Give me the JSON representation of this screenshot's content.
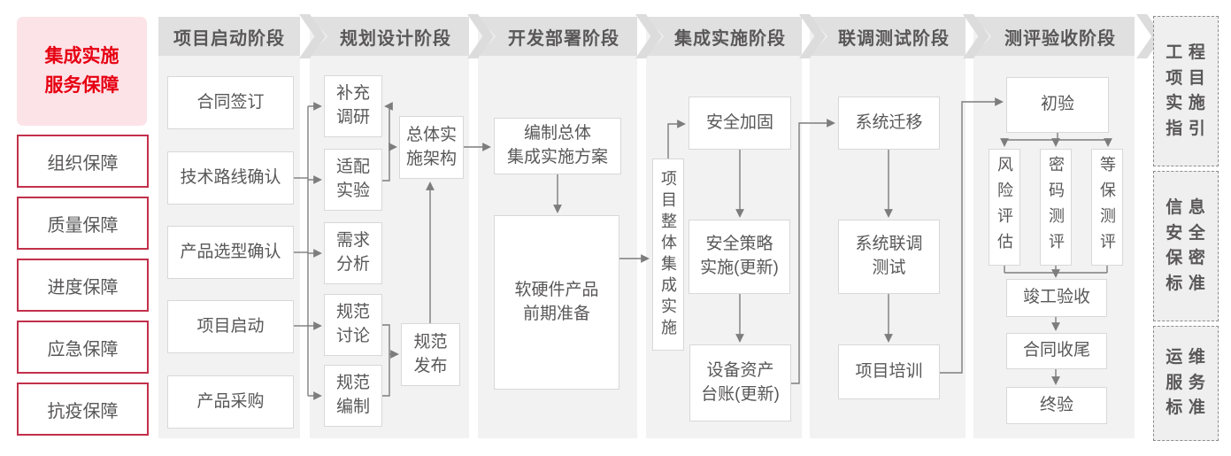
{
  "sidebar": {
    "title": "集成实施\n服务保障",
    "items": [
      {
        "label": "组织保障"
      },
      {
        "label": "质量保障"
      },
      {
        "label": "进度保障"
      },
      {
        "label": "应急保障"
      },
      {
        "label": "抗疫保障"
      }
    ]
  },
  "phases": [
    {
      "label": "项目启动阶段"
    },
    {
      "label": "规划设计阶段"
    },
    {
      "label": "开发部署阶段"
    },
    {
      "label": "集成实施阶段"
    },
    {
      "label": "联调测试阶段"
    },
    {
      "label": "测评验收阶段"
    }
  ],
  "nodes": {
    "contract_signing": "合同签订",
    "tech_route_confirm": "技术路线确认",
    "product_selection_confirm": "产品选型确认",
    "project_kickoff": "项目启动",
    "product_procurement": "产品采购",
    "supplementary_research": "补充\n调研",
    "adaptation_test": "适配\n实验",
    "requirement_analysis": "需求\n分析",
    "spec_discussion": "规范\n讨论",
    "spec_compilation": "规范\n编制",
    "overall_impl_architecture": "总体实\n施架构",
    "spec_release": "规范\n发布",
    "compile_overall_plan": "编制总体\n集成实施方案",
    "hw_sw_preparation": "软硬件产品\n前期准备",
    "overall_integration_impl": "项目整体集成实施",
    "security_hardening": "安全加固",
    "security_policy_impl": "安全策略\n实施(更新)",
    "asset_ledger": "设备资产\n台账(更新)",
    "system_migration": "系统迁移",
    "joint_testing": "系统联调\n测试",
    "project_training": "项目培训",
    "initial_acceptance": "初验",
    "risk_assessment": "风险评估",
    "crypto_testing": "密码测评",
    "mlps_testing": "等保测评",
    "completion_acceptance": "竣工验收",
    "contract_closure": "合同收尾",
    "final_acceptance": "终验"
  },
  "standards": [
    {
      "label": "工程\n项目\n实施\n指引"
    },
    {
      "label": "信息\n安全\n保密\n标准"
    },
    {
      "label": "运维\n服务\n标准"
    }
  ],
  "colors": {
    "accent_red": "#e60012",
    "sidebar_border_red": "#c2304a",
    "sidebar_title_bg": "#fce3e8",
    "phase_header_bg": "#e0e0e0",
    "column_bg": "#f2f2f2",
    "node_border": "#d8d8d8",
    "connector": "#7d7d7d",
    "text_gray": "#595757"
  }
}
